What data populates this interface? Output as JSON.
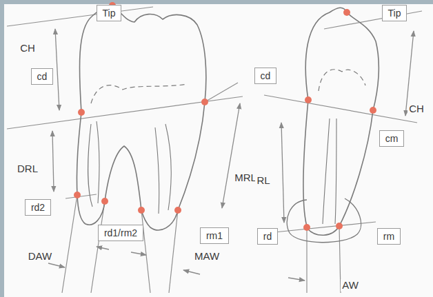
{
  "diagram": {
    "nodes": [
      {
        "text": [
          "Tip"
        ]
      },
      {
        "text": [
          "cd"
        ]
      },
      {
        "text": [
          "rd2"
        ]
      },
      {
        "text": [
          "rd1/rm2"
        ]
      },
      {
        "text": [
          "rm1"
        ]
      },
      {
        "text": [
          "Tip"
        ]
      },
      {
        "text": [
          "cd"
        ]
      },
      {
        "text": [
          "cm"
        ]
      },
      {
        "text": [
          "rd"
        ]
      },
      {
        "text": [
          "rm"
        ]
      }
    ],
    "labels": [
      "CH",
      "DRL",
      "DAW",
      "MRL",
      "MAW",
      "RL",
      "CH",
      "AW"
    ]
  }
}
